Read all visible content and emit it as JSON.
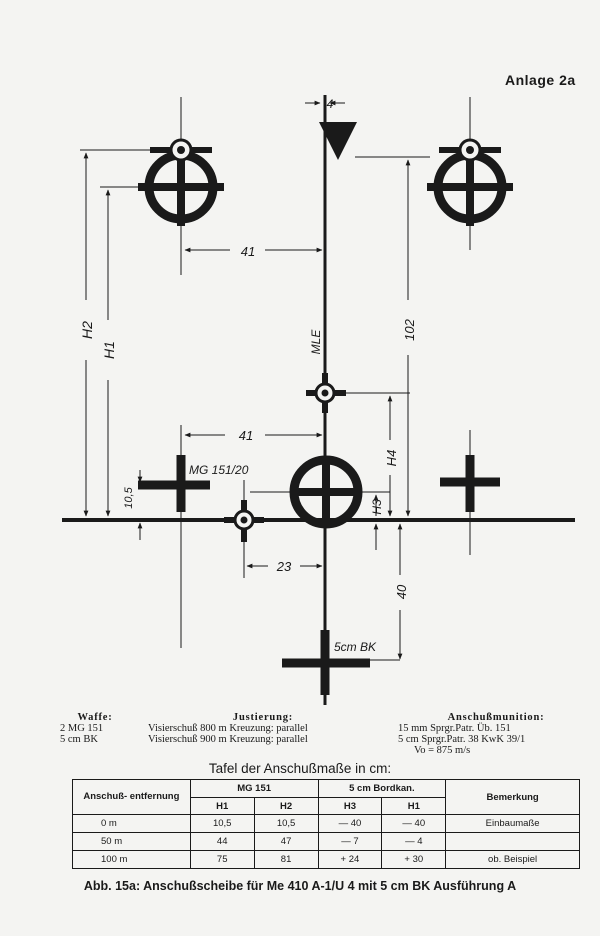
{
  "annex_label": "Anlage 2a",
  "diagram": {
    "labels": {
      "top_gap": "4",
      "dist_41_top": "41",
      "mle": "MLE",
      "dist_102": "102",
      "h2": "H2",
      "h1": "H1",
      "dist_41_mid": "41",
      "h4": "H4",
      "mg": "MG 151/20",
      "dist_10_5": "10,5",
      "h3": "H3",
      "dist_23": "23",
      "dist_40": "40",
      "bk": "5cm BK"
    }
  },
  "legend": {
    "waffe": {
      "header": "Waffe:",
      "rows": [
        "2 MG 151",
        "5 cm BK"
      ]
    },
    "justierung": {
      "header": "Justierung:",
      "rows": [
        "Visierschuß 800 m Kreuzung: parallel",
        "Visierschuß 900 m Kreuzung: parallel"
      ]
    },
    "munition": {
      "header": "Anschußmunition:",
      "rows": [
        "15 mm Sprgr.Patr. Üb. 151",
        "5 cm Sprgr.Patr. 38 KwK 39/1",
        "Vo = 875 m/s"
      ]
    }
  },
  "table": {
    "title": "Tafel der Anschußmaße in cm:",
    "header": {
      "distance": "Anschuß- entfernung",
      "mg": "MG 151",
      "bk": "5 cm Bordkan.",
      "remark": "Bemerkung",
      "h1": "H1",
      "h2": "H2",
      "h3": "H3",
      "h1b": "H1"
    },
    "rows": [
      [
        "0 m",
        "10,5",
        "10,5",
        "— 40",
        "— 40",
        "Einbaumaße"
      ],
      [
        "50 m",
        "44",
        "47",
        "— 7",
        "— 4",
        ""
      ],
      [
        "100 m",
        "75",
        "81",
        "+ 24",
        "+ 30",
        "ob. Beispiel"
      ]
    ]
  },
  "caption": "Abb. 15a: Anschußscheibe für Me 410 A-1/U 4 mit 5 cm BK Ausführung A"
}
